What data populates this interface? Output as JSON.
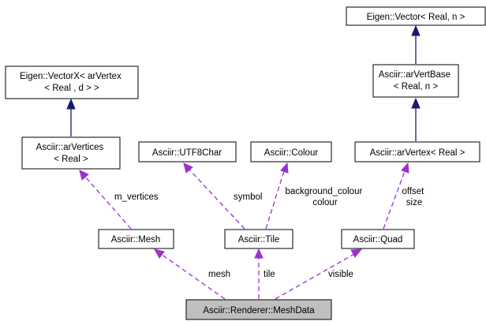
{
  "nodes": {
    "eigen_vector": {
      "lines": [
        "Eigen::Vector< Real, n >"
      ]
    },
    "eigen_vectorx": {
      "lines": [
        "Eigen::VectorX< arVertex",
        "< Real , d > >"
      ]
    },
    "arvertbase": {
      "lines": [
        "Asciir::arVertBase",
        "< Real, n >"
      ]
    },
    "arvertices": {
      "lines": [
        "Asciir::arVertices",
        "< Real >"
      ]
    },
    "utf8char": {
      "lines": [
        "Asciir::UTF8Char"
      ]
    },
    "colour": {
      "lines": [
        "Asciir::Colour"
      ]
    },
    "arvertex": {
      "lines": [
        "Asciir::arVertex< Real >"
      ]
    },
    "mesh": {
      "lines": [
        "Asciir::Mesh"
      ]
    },
    "tile": {
      "lines": [
        "Asciir::Tile"
      ]
    },
    "quad": {
      "lines": [
        "Asciir::Quad"
      ]
    },
    "meshdata": {
      "lines": [
        "Asciir::Renderer::MeshData"
      ]
    }
  },
  "edges": {
    "vectorx_arvertices": {
      "kind": "inheritance",
      "label": []
    },
    "vector_arvertbase": {
      "kind": "inheritance",
      "label": []
    },
    "arvertbase_arvertex": {
      "kind": "inheritance",
      "label": []
    },
    "arvertices_mesh": {
      "kind": "usage",
      "label": [
        "m_vertices"
      ]
    },
    "utf8char_tile": {
      "kind": "usage",
      "label": [
        "symbol"
      ]
    },
    "colour_tile": {
      "kind": "usage",
      "label": [
        "background_colour",
        "colour"
      ]
    },
    "arvertex_quad": {
      "kind": "usage",
      "label": [
        "offset",
        "size"
      ]
    },
    "mesh_meshdata": {
      "kind": "usage",
      "label": [
        "mesh"
      ]
    },
    "tile_meshdata": {
      "kind": "usage",
      "label": [
        "tile"
      ]
    },
    "quad_meshdata": {
      "kind": "usage",
      "label": [
        "visible"
      ]
    }
  },
  "colors": {
    "inheritance": "#191970",
    "usage": "#9a32cd",
    "highlight_fill": "#bfbfbf",
    "node_border": "#000000"
  }
}
